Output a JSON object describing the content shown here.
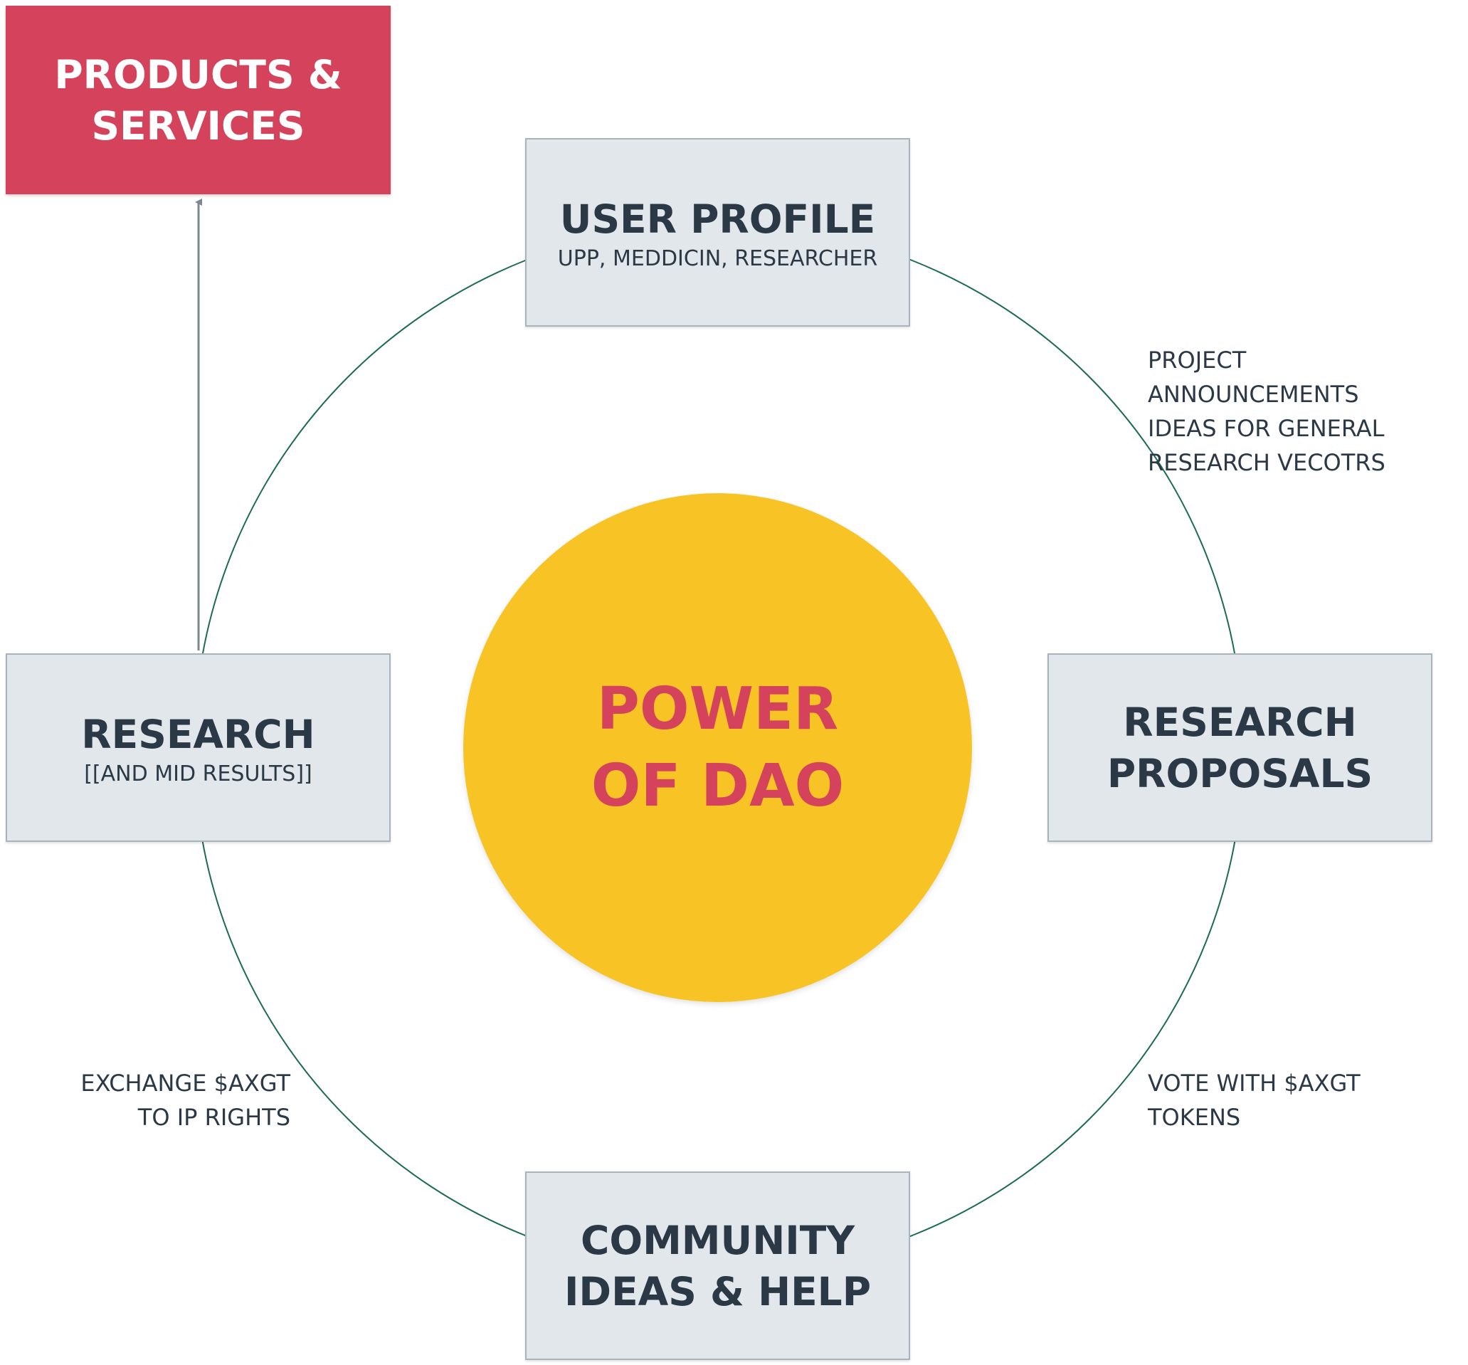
{
  "center": {
    "title": "POWER\nOF DAO"
  },
  "nodes": {
    "products": {
      "title": "PRODUCTS &\nSERVICES"
    },
    "user_profile": {
      "title": "USER PROFILE",
      "subtitle": "UPP, MEDDICIN, RESEARCHER"
    },
    "research_proposals": {
      "title": "RESEARCH\nPROPOSALS"
    },
    "community": {
      "title": "COMMUNITY\nIDEAS & HELP"
    },
    "research": {
      "title": "RESEARCH",
      "subtitle": "[[AND MID RESULTS]]"
    }
  },
  "annotations": {
    "announcements": "PROJECT ANNOUNCEMENTS\nIDEAS FOR GENERAL\nRESEARCH VECOTRS",
    "vote": "VOTE WITH $AXGT\nTOKENS",
    "exchange": "EXCHANGE $AXGT\nTO IP RIGHTS"
  },
  "colors": {
    "accent_red": "#d4435b",
    "circle_yellow": "#f7c325",
    "node_gray": "#e2e7ec",
    "cycle_line": "#1e6b55",
    "arrow_gray": "#7d8791",
    "text_dark": "#2b3947"
  }
}
